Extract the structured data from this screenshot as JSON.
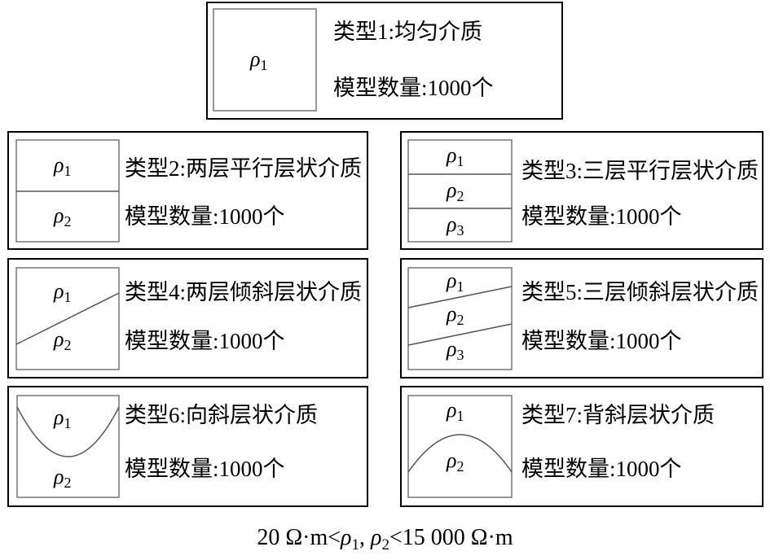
{
  "panels": [
    {
      "title": "类型1:均匀介质",
      "count": "模型数量:1000个",
      "layers": [
        "ρ",
        "1"
      ]
    },
    {
      "title": "类型2:两层平行层状介质",
      "count": "模型数量:1000个"
    },
    {
      "title": "类型3:三层平行层状介质",
      "count": "模型数量:1000个"
    },
    {
      "title": "类型4:两层倾斜层状介质",
      "count": "模型数量:1000个"
    },
    {
      "title": "类型5:三层倾斜层状介质",
      "count": "模型数量:1000个"
    },
    {
      "title": "类型6:向斜层状介质",
      "count": "模型数量:1000个"
    },
    {
      "title": "类型7:背斜层状介质",
      "count": "模型数量:1000个"
    }
  ],
  "symbol": "ρ",
  "sub": {
    "s1": "1",
    "s2": "2",
    "s3": "3"
  },
  "formula": {
    "left": "20 Ω·m<",
    "sep": ", ",
    "right": "<15 000 Ω·m"
  }
}
